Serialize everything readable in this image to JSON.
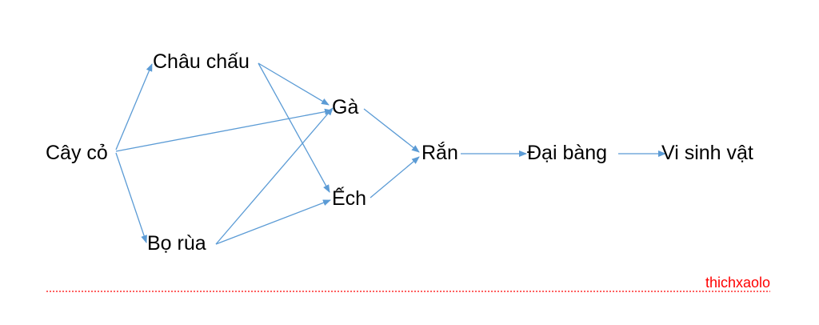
{
  "nodes": {
    "cay_co": "Cây cỏ",
    "chau_chau": "Châu chấu",
    "bo_rua": "Bọ rùa",
    "ga": "Gà",
    "ech": "Ếch",
    "ran": "Rắn",
    "dai_bang": "Đại bàng",
    "vi_sinh_vat": "Vi sinh vật"
  },
  "edges": [
    {
      "from": "cay_co",
      "to": "chau_chau"
    },
    {
      "from": "cay_co",
      "to": "ga"
    },
    {
      "from": "cay_co",
      "to": "bo_rua"
    },
    {
      "from": "chau_chau",
      "to": "ga"
    },
    {
      "from": "chau_chau",
      "to": "ech"
    },
    {
      "from": "bo_rua",
      "to": "ga"
    },
    {
      "from": "bo_rua",
      "to": "ech"
    },
    {
      "from": "ga",
      "to": "ran"
    },
    {
      "from": "ech",
      "to": "ran"
    },
    {
      "from": "ran",
      "to": "dai_bang"
    },
    {
      "from": "dai_bang",
      "to": "vi_sinh_vat"
    }
  ],
  "watermark": {
    "text": "thichxaolo"
  },
  "colors": {
    "arrow": "#5b9bd5",
    "text": "#000000",
    "watermark": "#ff0000",
    "divider": "#ff0000"
  }
}
